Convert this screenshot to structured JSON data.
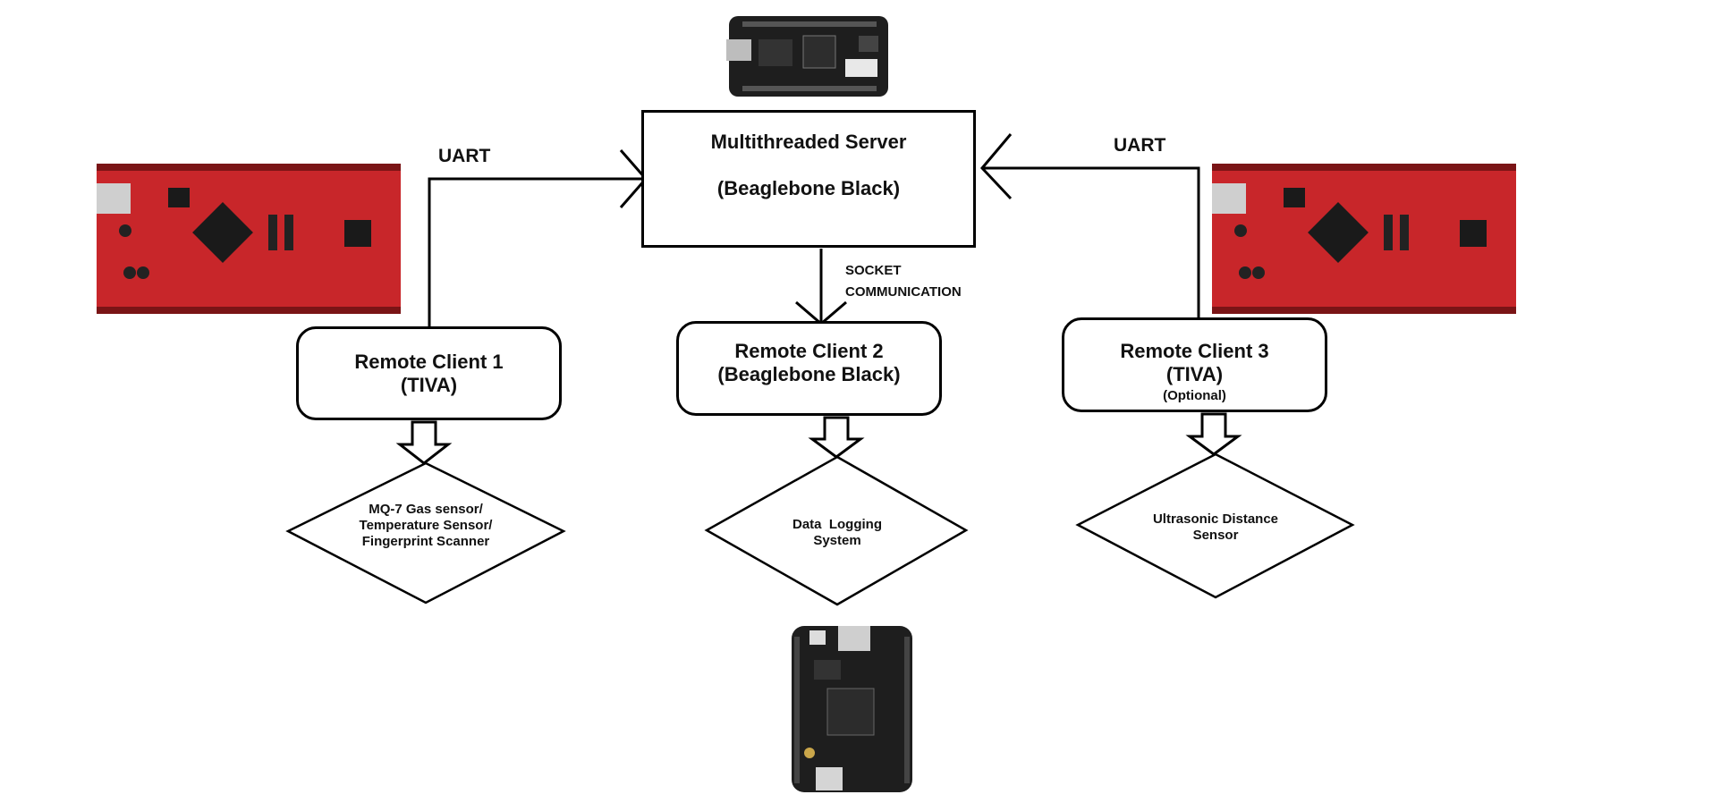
{
  "server": {
    "title": "Multithreaded Server",
    "subtitle": "(Beaglebone Black)"
  },
  "links": {
    "uart_left": "UART",
    "uart_right": "UART",
    "socket_line1": "SOCKET",
    "socket_line2": "COMMUNICATION"
  },
  "clients": [
    {
      "title": "Remote Client 1",
      "subtitle": "(TIVA)",
      "note": ""
    },
    {
      "title": "Remote Client 2",
      "subtitle": "(Beaglebone Black)",
      "note": ""
    },
    {
      "title": "Remote Client 3",
      "subtitle": "(TIVA)",
      "note": "(Optional)"
    }
  ],
  "devices": [
    {
      "lines": [
        "MQ-7 Gas sensor/",
        "Temperature Sensor/",
        "Fingerprint Scanner"
      ]
    },
    {
      "lines": [
        "Data  Logging",
        "System"
      ]
    },
    {
      "lines": [
        "Ultrasonic Distance",
        "Sensor"
      ]
    }
  ],
  "images": {
    "server_board": "beaglebone-black-board",
    "client1_board": "tiva-launchpad-board",
    "client3_board": "tiva-launchpad-board",
    "client2_board": "beaglebone-black-board"
  },
  "colors": {
    "tiva_red": "#c8262a",
    "beagle_black": "#1e1e1e",
    "line": "#000000"
  }
}
